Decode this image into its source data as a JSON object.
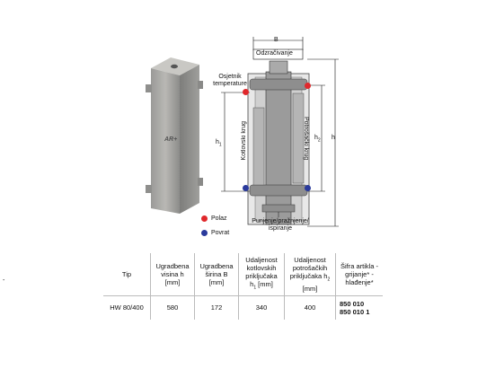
{
  "diagram": {
    "dim_b": "B",
    "vent_label": "Odzračivanje",
    "sensor_label": "Osjetnik temperature",
    "boiler_circuit": "Kotlovski krug",
    "consumer_circuit": "Potrošački krug",
    "h1": "h",
    "h1_sub": "1",
    "h2": "h",
    "h2_sub": "2",
    "h": "h",
    "fill_label": "Punjenje/pražnjenje/ ispiranje",
    "legend_supply": "Polaz",
    "legend_return": "Povrat",
    "supply_color": "#e0282c",
    "return_color": "#2a3a9c",
    "logo_text": "AR+"
  },
  "table": {
    "headers": [
      {
        "text": "Tip"
      },
      {
        "text": "Ugradbena visina h [mm]"
      },
      {
        "text": "Ugradbena širina B [mm]"
      },
      {
        "text": "Udaljenost kotlovskih priključaka h",
        "sub": "1",
        "after": " [mm]"
      },
      {
        "text": "Udaljenost potrošačkih priključaka h",
        "sub": "2",
        "after": " [mm]"
      },
      {
        "text": "Šifra artikla -grijanje* -hlađenje*"
      }
    ],
    "row": {
      "tip": "HW 80/400",
      "visina": "580",
      "sirina": "172",
      "h1": "340",
      "h2": "400",
      "sifra1": "850 010",
      "sifra2": "850 010 1"
    }
  },
  "margin_mark": "-"
}
